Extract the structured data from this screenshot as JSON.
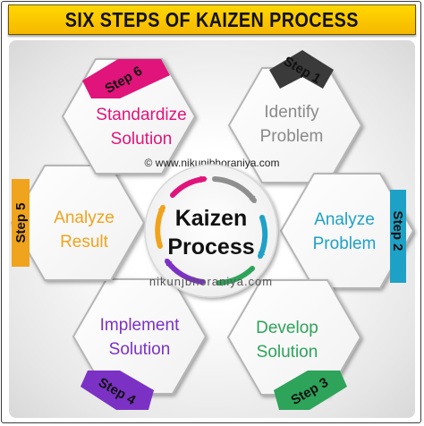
{
  "title": "SIX STEPS OF KAIZEN PROCESS",
  "center": {
    "line1": "Kaizen",
    "line2": "Process"
  },
  "copyright": "© www.nikunjbhoraniya.com",
  "watermark": "nikunjbhoraniya.com",
  "colors": {
    "step1": "#3a3a3a",
    "step2": "#1ea1c7",
    "step3": "#2ea35a",
    "step4": "#7b32c4",
    "step5": "#f0a31c",
    "step6": "#e0147a"
  },
  "steps": [
    {
      "tab": "Step 1",
      "line1": "Identify",
      "line2": "Problem"
    },
    {
      "tab": "Step 2",
      "line1": "Analyze",
      "line2": "Problem"
    },
    {
      "tab": "Step 3",
      "line1": "Develop",
      "line2": "Solution"
    },
    {
      "tab": "Step 4",
      "line1": "Implement",
      "line2": "Solution"
    },
    {
      "tab": "Step 5",
      "line1": "Analyze",
      "line2": "Result"
    },
    {
      "tab": "Step 6",
      "line1": "Standardize",
      "line2": "Solution"
    }
  ]
}
